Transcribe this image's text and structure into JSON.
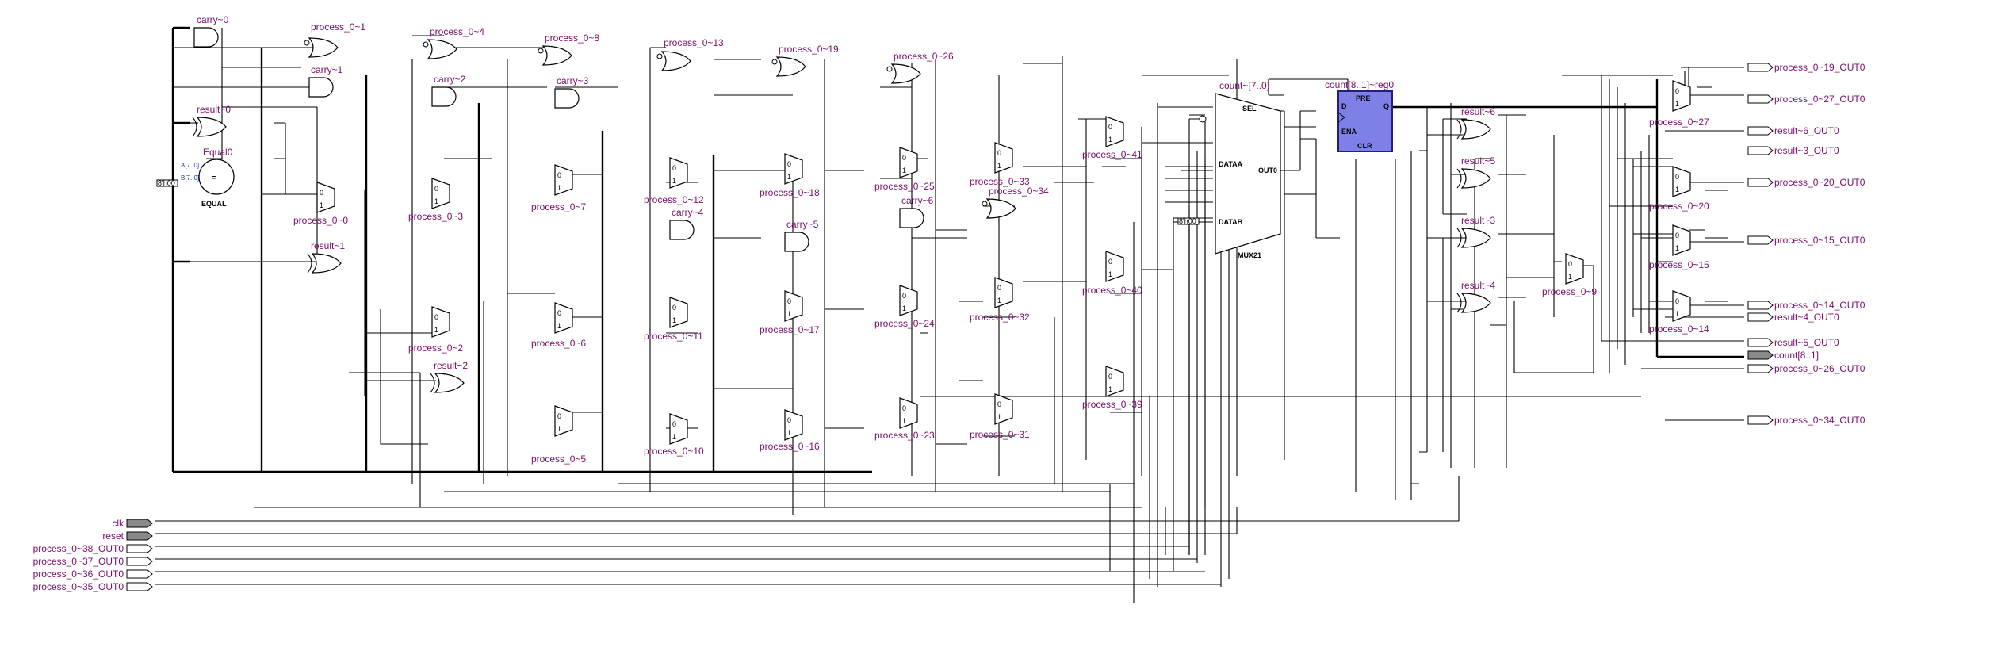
{
  "comparator": {
    "name": "Equal0",
    "type": "EQUAL",
    "symbol": "=",
    "in_a": "A[7..0]",
    "in_b": "B[7..0]",
    "const": "8'h00"
  },
  "gates": {
    "and": [
      "carry~0",
      "carry~1",
      "carry~2",
      "carry~3",
      "carry~4",
      "carry~5",
      "carry~6"
    ],
    "xor": [
      "result~0",
      "result~1",
      "result~2",
      "result~3",
      "result~4",
      "result~5",
      "result~6"
    ],
    "or": [
      "process_0~1",
      "process_0~4",
      "process_0~8",
      "process_0~13",
      "process_0~19",
      "process_0~26",
      "process_0~34"
    ]
  },
  "muxes": [
    "process_0~0",
    "process_0~2",
    "process_0~3",
    "process_0~5",
    "process_0~6",
    "process_0~7",
    "process_0~9",
    "process_0~10",
    "process_0~11",
    "process_0~12",
    "process_0~14",
    "process_0~15",
    "process_0~16",
    "process_0~17",
    "process_0~18",
    "process_0~20",
    "process_0~23",
    "process_0~24",
    "process_0~25",
    "process_0~27",
    "process_0~31",
    "process_0~32",
    "process_0~33",
    "process_0~39",
    "process_0~40",
    "process_0~41"
  ],
  "mux_ports": {
    "zero": "0",
    "one": "1"
  },
  "mux21": {
    "name": "MUX21",
    "sel": "SEL",
    "dataa": "DATAA",
    "datab": "DATAB",
    "out": "OUT0",
    "bus": "count~[7..0]",
    "const": "8'h00"
  },
  "register": {
    "name": "count[8..1]~reg0",
    "pre": "PRE",
    "d": "D",
    "q": "Q",
    "ena": "ENA",
    "clr": "CLR"
  },
  "inputs": [
    "clk",
    "reset",
    "process_0~38_OUT0",
    "process_0~37_OUT0",
    "process_0~36_OUT0",
    "process_0~35_OUT0"
  ],
  "outputs": [
    "process_0~19_OUT0",
    "process_0~27_OUT0",
    "result~6_OUT0",
    "result~3_OUT0",
    "process_0~20_OUT0",
    "process_0~15_OUT0",
    "process_0~14_OUT0",
    "result~4_OUT0",
    "result~5_OUT0",
    "count[8..1]",
    "process_0~26_OUT0",
    "process_0~34_OUT0"
  ],
  "colors": {
    "wire": "#000000",
    "label": "#7a0f6b",
    "register": "#7f7fe8",
    "register_border": "#202080",
    "port_fill": "#8a8a8a",
    "const_text": "#1a3aa8"
  }
}
